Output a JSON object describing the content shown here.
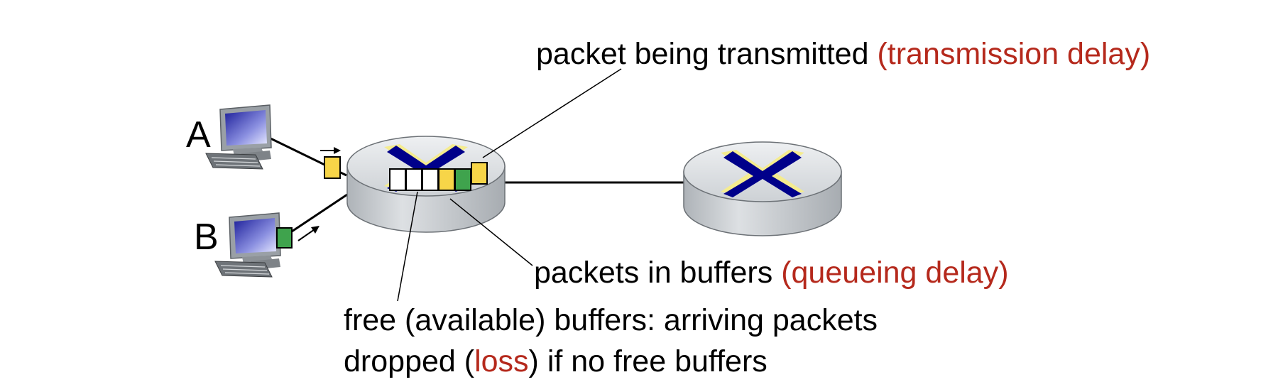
{
  "colors": {
    "annotation_red": "#b5291c",
    "router_body": "#c9ced3",
    "router_top": "#e3e6e9",
    "router_x_blue": "#00008a",
    "router_x_yellow": "#f5ec8e",
    "packet_yellow": "#f7d548",
    "packet_green": "#3fa34d",
    "packet_empty": "#ffffff",
    "screen_blue": "#2d2fa6"
  },
  "hosts": {
    "a_label": "A",
    "b_label": "B"
  },
  "labels": {
    "transmitted_text": "packet being transmitted ",
    "transmitted_delay": "(transmission delay)",
    "buffers_text": "packets in buffers ",
    "buffers_delay": "(queueing delay)",
    "free_line1": "free (available) buffers: arriving packets",
    "free_line2_pre": "dropped (",
    "free_line2_loss": "loss",
    "free_line2_post": ") if no free buffers"
  },
  "queue": [
    "empty",
    "empty",
    "empty",
    "yellow",
    "green",
    "yellow"
  ],
  "routers": [
    "router-1",
    "router-2"
  ]
}
